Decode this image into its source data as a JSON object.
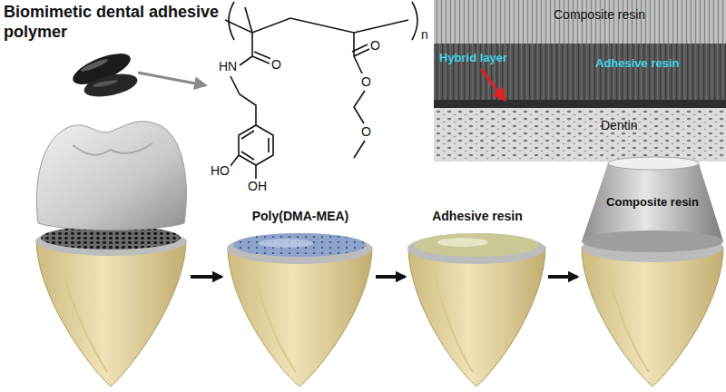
{
  "diagram": {
    "title": "Biomimetic dental adhesive polymer",
    "nodes": [
      {
        "text": [
          "Composite resin",
          "Hybrid layer",
          "Adhesive resin",
          "Dentin"
        ]
      },
      {
        "text": [
          "Poly(DMA-MEA)"
        ]
      },
      {
        "text": [
          "Adhesive resin"
        ]
      },
      {
        "text": [
          "Composite resin"
        ]
      }
    ],
    "edges": [
      {
        "from": 1,
        "to": 2,
        "arrow": "to"
      },
      {
        "from": 2,
        "to": 3,
        "arrow": "to"
      }
    ],
    "labels": [
      "HN",
      "O",
      "O",
      "O",
      "O",
      "n",
      "HO",
      "OH"
    ]
  }
}
